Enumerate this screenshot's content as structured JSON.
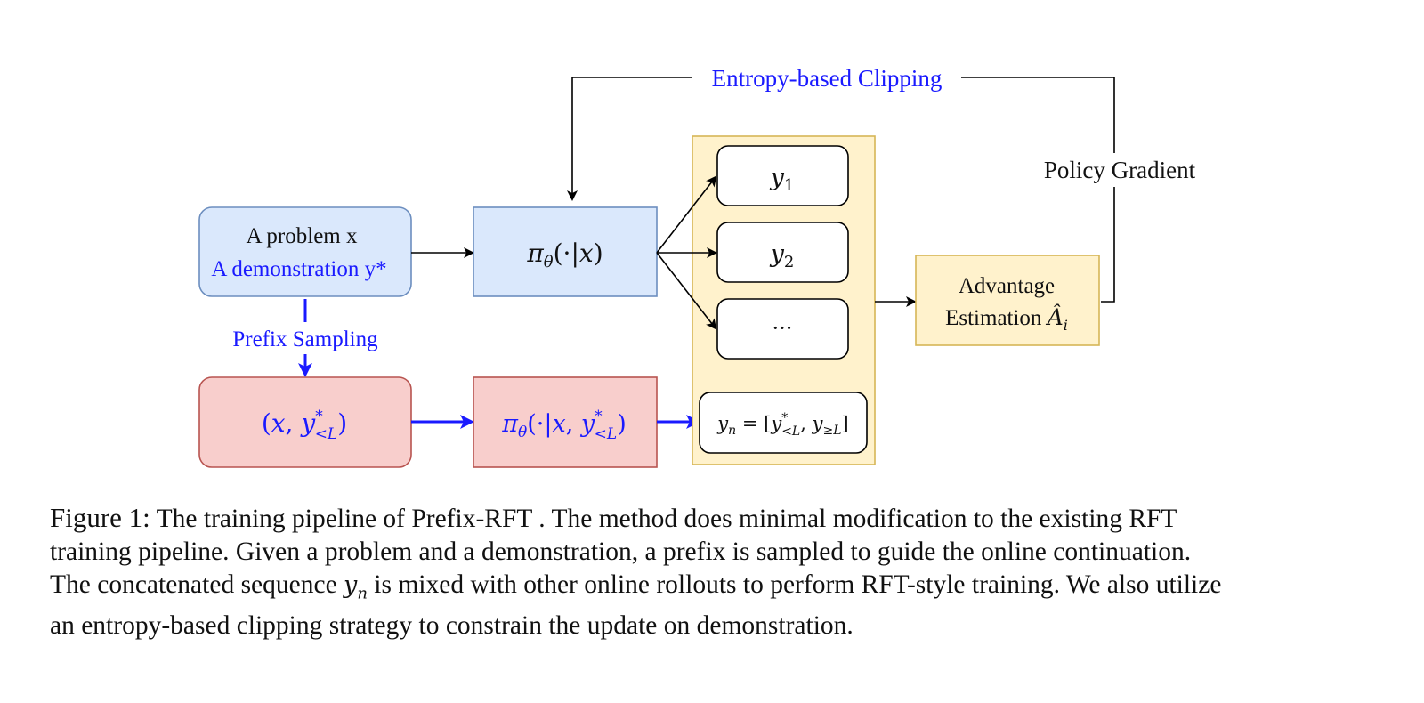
{
  "diagram": {
    "top_label": "Entropy-based Clipping",
    "right_label": "Policy Gradient",
    "problem_box": {
      "line1": "A problem x",
      "line2": "A demonstration y*"
    },
    "prefix_label": "Prefix Sampling",
    "policy_box": "πθ(·|x)",
    "prefix_input_box": "(x, y*<L)",
    "prefix_policy_box": "πθ(·|x, y*<L)",
    "outputs": [
      "y1",
      "y2",
      "···",
      "yn = [y*<L, y≥L]"
    ],
    "advantage_box": {
      "line1": "Advantage",
      "line2": "Estimation Âi"
    }
  },
  "caption": {
    "figure_label": "Figure 1:",
    "line1": "The training pipeline of Prefix-RFT . The method does minimal modification to the existing RFT",
    "line2": "training pipeline. Given a problem and a demonstration, a prefix is sampled to guide the online continuation.",
    "line3_pre": "The concatenated sequence",
    "line3_math": "yn",
    "line3_post": "is mixed with other online rollouts to perform RFT-style training. We also utilize",
    "line4": "an entropy-based clipping strategy to constrain the update on demonstration."
  },
  "colors": {
    "blue_text": "#1a1aff",
    "blue_box_fill": "#dae8fc",
    "blue_box_stroke": "#6c8ebf",
    "red_box_fill": "#f8cecc",
    "red_box_stroke": "#b85450",
    "yellow_fill": "#fff2cc",
    "yellow_stroke": "#d6b656"
  }
}
